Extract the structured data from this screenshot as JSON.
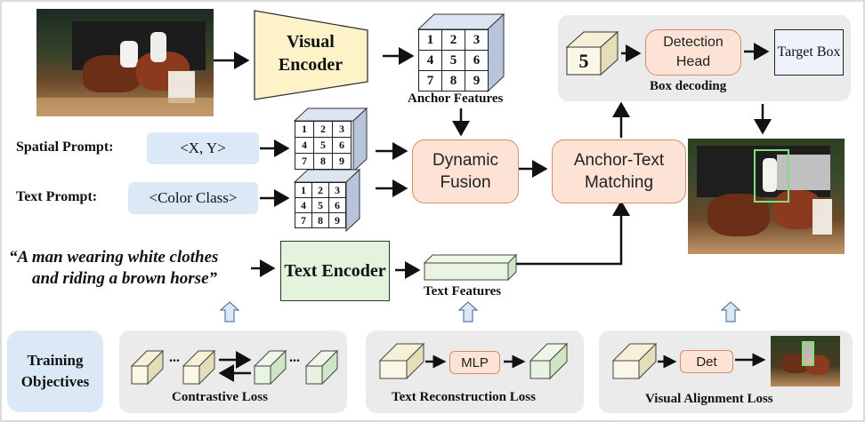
{
  "top": {
    "visual_encoder": "Visual Encoder",
    "anchor_features": "Anchor Features",
    "grid_numbers": [
      "1",
      "2",
      "3",
      "4",
      "5",
      "6",
      "7",
      "8",
      "9"
    ]
  },
  "prompts": {
    "spatial_label": "Spatial Prompt:",
    "spatial_value": "<X, Y>",
    "text_label": "Text Prompt:",
    "text_value": "<Color Class>"
  },
  "fusion": {
    "dynamic_fusion": "Dynamic Fusion",
    "anchor_text_matching": "Anchor-Text Matching"
  },
  "box_decoding": {
    "anchor_count": "5",
    "detection_head": "Detection Head",
    "target_box": "Target Box",
    "caption": "Box decoding"
  },
  "text_branch": {
    "caption_line1": "“A man wearing white clothes",
    "caption_line2": "and riding a brown horse”",
    "text_encoder": "Text Encoder",
    "text_features": "Text Features"
  },
  "training": {
    "objectives": "Training Objectives",
    "contrastive": "Contrastive Loss",
    "reconstruction": "Text Reconstruction Loss",
    "mlp": "MLP",
    "visual_alignment": "Visual Alignment Loss",
    "det": "Det",
    "ellipsis": "..."
  },
  "colors": {
    "visual_encoder_fill": "#fdf2c8",
    "text_encoder_fill": "#e3f3dc",
    "prompt_fill": "#dbe9f6",
    "fusion_fill": "#fce3d6",
    "panel_fill": "#ebebeb",
    "target_box_fill": "#eef3fb",
    "highlight_green": "#7ee07e"
  }
}
